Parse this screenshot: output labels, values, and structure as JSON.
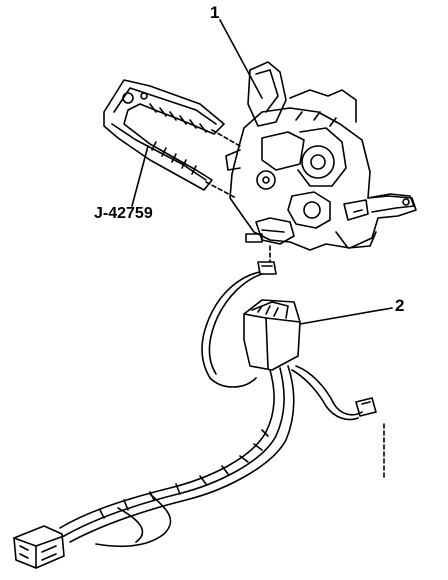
{
  "callouts": {
    "item_1": "1",
    "item_2": "2"
  },
  "tool": {
    "label": "J-42759"
  },
  "colors": {
    "ink": "#000000",
    "background": "#ffffff"
  }
}
